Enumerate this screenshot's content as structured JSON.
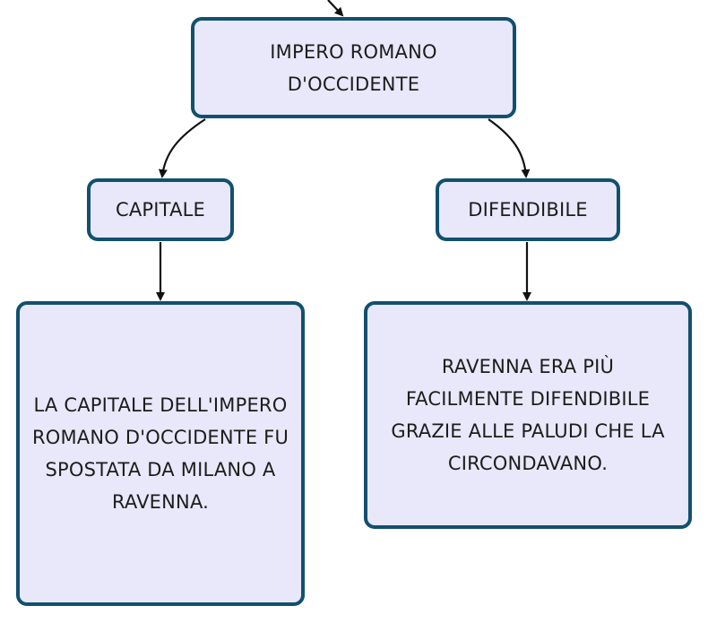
{
  "diagram": {
    "root": {
      "label": "IMPERO ROMANO D'OCCIDENTE"
    },
    "branches": [
      {
        "label": "CAPITALE",
        "detail": "LA CAPITALE DELL'IMPERO ROMANO D'OCCIDENTE FU SPOSTATA DA MILANO A RAVENNA."
      },
      {
        "label": "DIFENDIBILE",
        "detail": "RAVENNA ERA PIÙ FACILMENTE DIFENDIBILE GRAZIE ALLE PALUDI CHE LA CIRCONDAVANO."
      }
    ]
  },
  "colors": {
    "node_fill": "#e8e8fa",
    "node_border": "#12506f",
    "connector": "#111111",
    "text": "#1c1c1c"
  }
}
